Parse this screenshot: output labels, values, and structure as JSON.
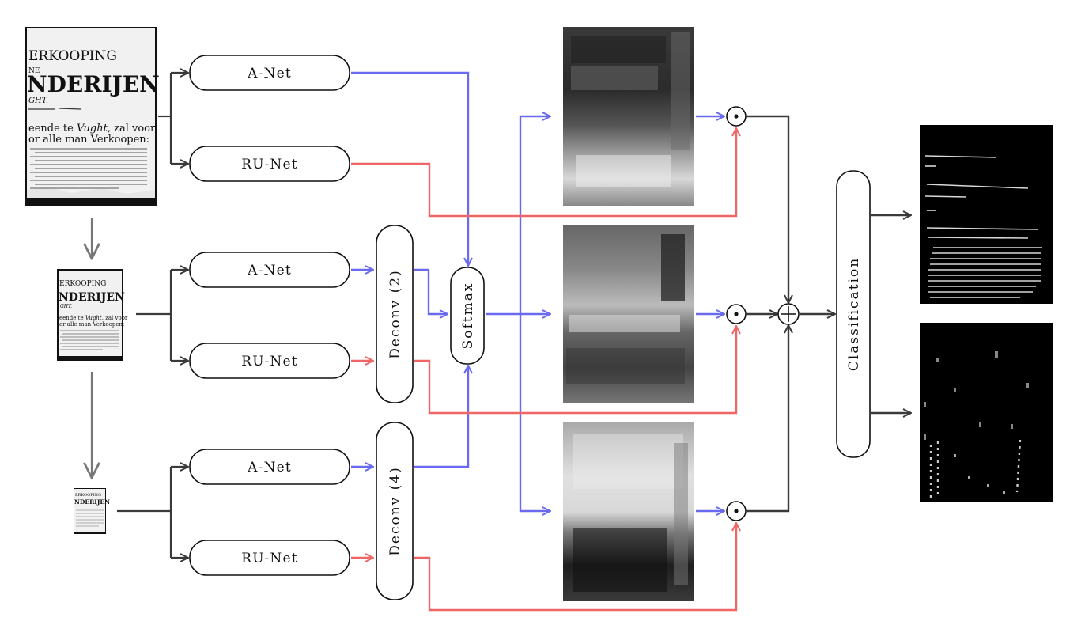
{
  "colors": {
    "blue_arrow": "#6a6af0",
    "red_arrow": "#f06666",
    "dark_arrow": "#3a3a3a",
    "grey_arrow": "#777777"
  },
  "nodes": {
    "anet": "A-Net",
    "runet": "RU-Net",
    "deconv2": "Deconv (2)",
    "deconv4": "Deconv (4)",
    "softmax": "Softmax",
    "classification": "Classification"
  },
  "operators": {
    "hadamard": "⊙",
    "sum": "⊕"
  },
  "document": {
    "line1": "ERKOOPING",
    "line2": "NE",
    "line3": "NDERIJEN",
    "line4": "GHT.",
    "line5a": "eende te ",
    "line5b": "Vught",
    "line5c": ", zal voor",
    "line6": "or alle man Verkoopen:"
  }
}
